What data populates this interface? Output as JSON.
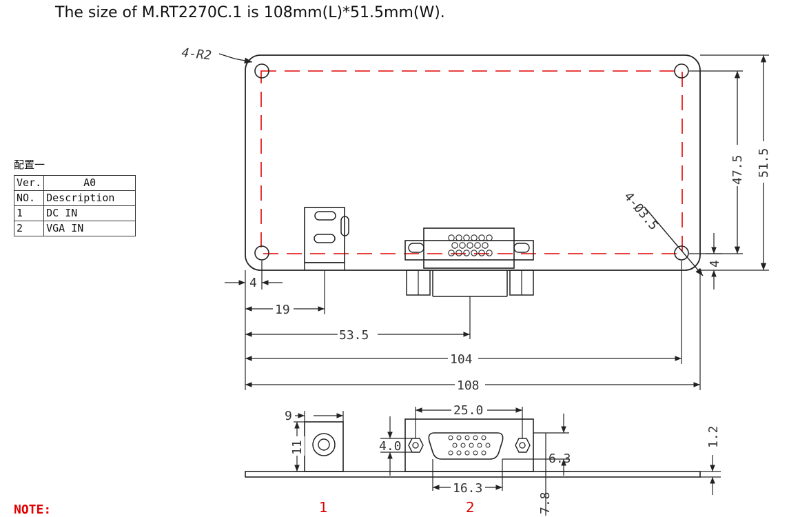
{
  "title": "The size of M.RT2270C.1 is 108mm(L)*51.5mm(W).",
  "config": {
    "heading": "配置一",
    "rows": [
      [
        "Ver.",
        "A0"
      ],
      [
        "NO.",
        "Description"
      ],
      [
        "1",
        "DC IN"
      ],
      [
        "2",
        "VGA IN"
      ]
    ]
  },
  "note": "NOTE:",
  "connector_labels": [
    "1",
    "2"
  ],
  "dims": {
    "corner_radius": "4-R2",
    "hole": "4-Ø3.5",
    "height_inner": "47.5",
    "height_outer": "51.5",
    "edge_offset_right": "4",
    "edge_offset_left": "4",
    "dc_offset": "19",
    "vga_offset": "53.5",
    "hole_span": "104",
    "board_length": "108",
    "dc_width": "9",
    "dc_height": "11",
    "vga_width": "25.0",
    "vga_inner": "16.3",
    "vga_side": "4.0",
    "vga_h": "6.3",
    "vga_drop": "7.8",
    "pcb_thickness": "1.2"
  },
  "colors": {
    "outline": "#222222",
    "keepout": "#e00000",
    "label": "#e00000"
  }
}
